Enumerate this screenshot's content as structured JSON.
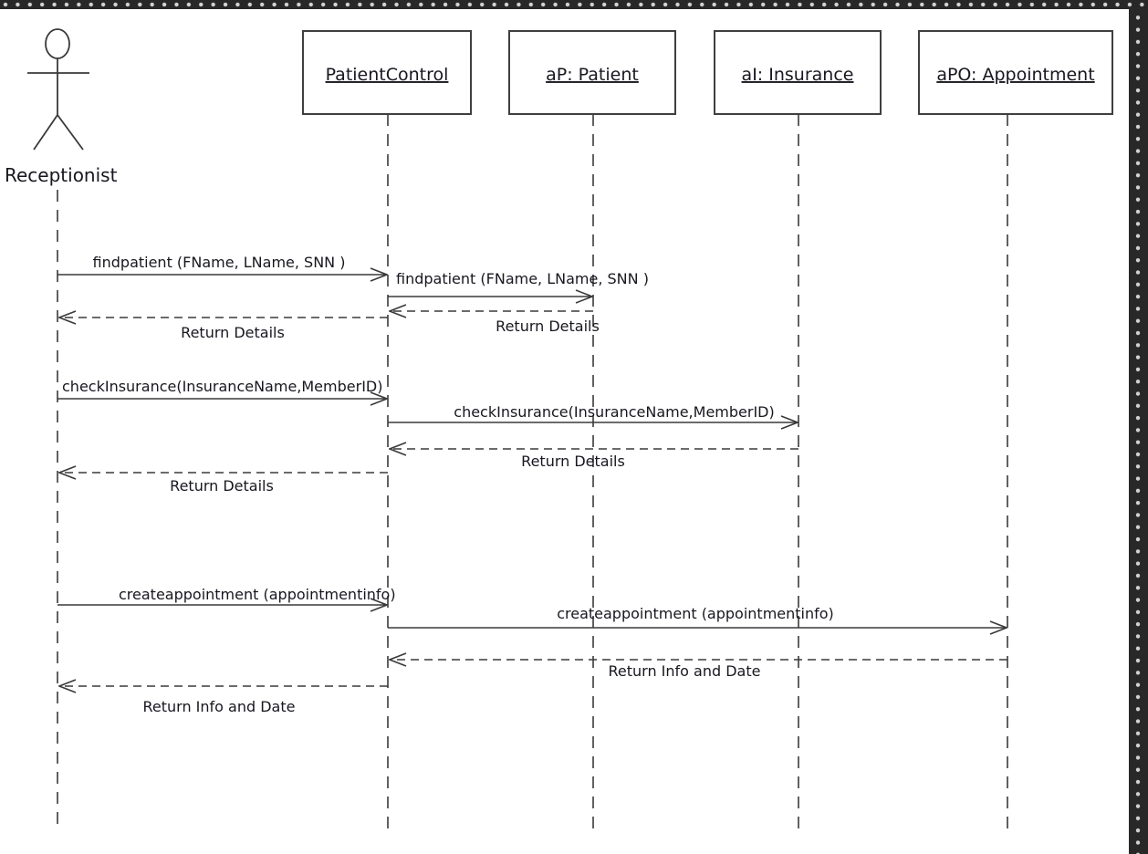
{
  "diagram_type": "uml-sequence-diagram",
  "colors": {
    "background": "#ffffff",
    "line": "#3a3a3a",
    "text": "#17171f",
    "frame_band": "#282828",
    "frame_dots": "#d2d2d2"
  },
  "diagram": {
    "actor": {
      "label": "Receptionist"
    },
    "objects": [
      {
        "label": "PatientControl"
      },
      {
        "label": "aP: Patient"
      },
      {
        "label": "aI: Insurance"
      },
      {
        "label": "aPO: Appointment"
      }
    ],
    "messages": [
      {
        "text": "findpatient (FName, LName, SNN )",
        "type": "call",
        "from": "Receptionist",
        "to": "PatientControl"
      },
      {
        "text": "findpatient (FName, LName, SNN )",
        "type": "call",
        "from": "PatientControl",
        "to": "aP: Patient"
      },
      {
        "text": "Return Details",
        "type": "return",
        "from": "aP: Patient",
        "to": "PatientControl"
      },
      {
        "text": "Return Details",
        "type": "return",
        "from": "PatientControl",
        "to": "Receptionist"
      },
      {
        "text": "checkInsurance(InsuranceName,MemberID)",
        "type": "call",
        "from": "Receptionist",
        "to": "PatientControl"
      },
      {
        "text": "checkInsurance(InsuranceName,MemberID)",
        "type": "call",
        "from": "PatientControl",
        "to": "aI: Insurance"
      },
      {
        "text": "Return Details",
        "type": "return",
        "from": "aI: Insurance",
        "to": "PatientControl"
      },
      {
        "text": "Return Details",
        "type": "return",
        "from": "PatientControl",
        "to": "Receptionist"
      },
      {
        "text": "createappointment (appointmentinfo)",
        "type": "call",
        "from": "Receptionist",
        "to": "PatientControl"
      },
      {
        "text": "createappointment (appointmentinfo)",
        "type": "call",
        "from": "PatientControl",
        "to": "aPO: Appointment"
      },
      {
        "text": "Return Info and Date",
        "type": "return",
        "from": "aPO: Appointment",
        "to": "PatientControl"
      },
      {
        "text": "Return Info and Date",
        "type": "return",
        "from": "PatientControl",
        "to": "Receptionist"
      }
    ]
  }
}
